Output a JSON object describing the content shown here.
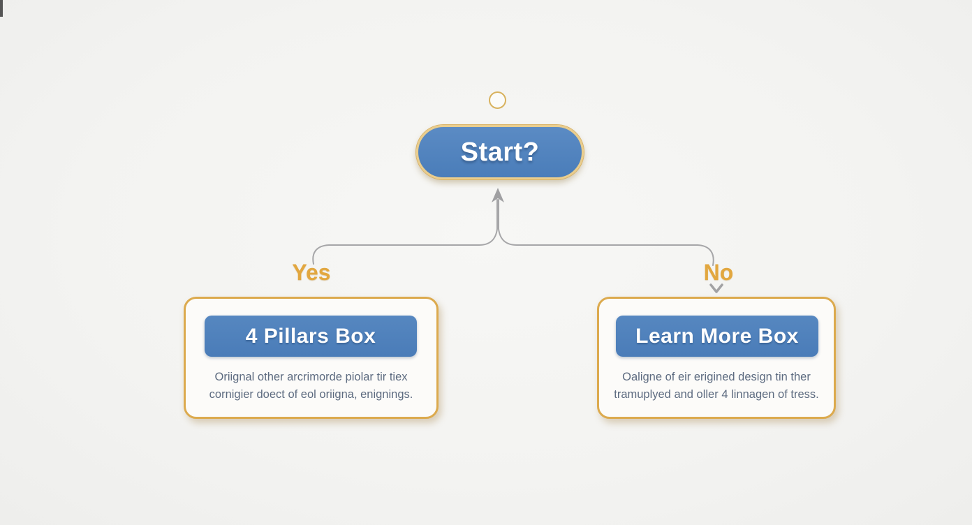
{
  "colors": {
    "background": "#f3f3f1",
    "node_blue": "#4e80bb",
    "card_gold_border": "#dcaa4e",
    "start_gold_border": "#e9cd8e",
    "branch_label_gold": "#e2a73f",
    "connector_gray": "#a6a6a8",
    "description_text": "#5d6b80",
    "button_text": "#ffffff",
    "card_background": "#fcfbf9"
  },
  "icons": {
    "top_circle": "terminator-circle-icon",
    "merge_arrow": "arrow-up-merge-icon",
    "no_branch_arrow": "chevron-down-icon"
  },
  "flowchart": {
    "start_node": {
      "label": "Start?"
    },
    "branches": {
      "yes_label": "Yes",
      "no_label": "No"
    },
    "yes_box": {
      "title": "4 Pillars Box",
      "description": "Oriignal other arcrimorde piolar tir tiex\ncornigier doect of eol oriigna, enignings."
    },
    "no_box": {
      "title": "Learn More Box",
      "description": "Oaligne of eir erigined design tin ther\ntramuplyed and oller 4 linnagen of tress."
    }
  }
}
